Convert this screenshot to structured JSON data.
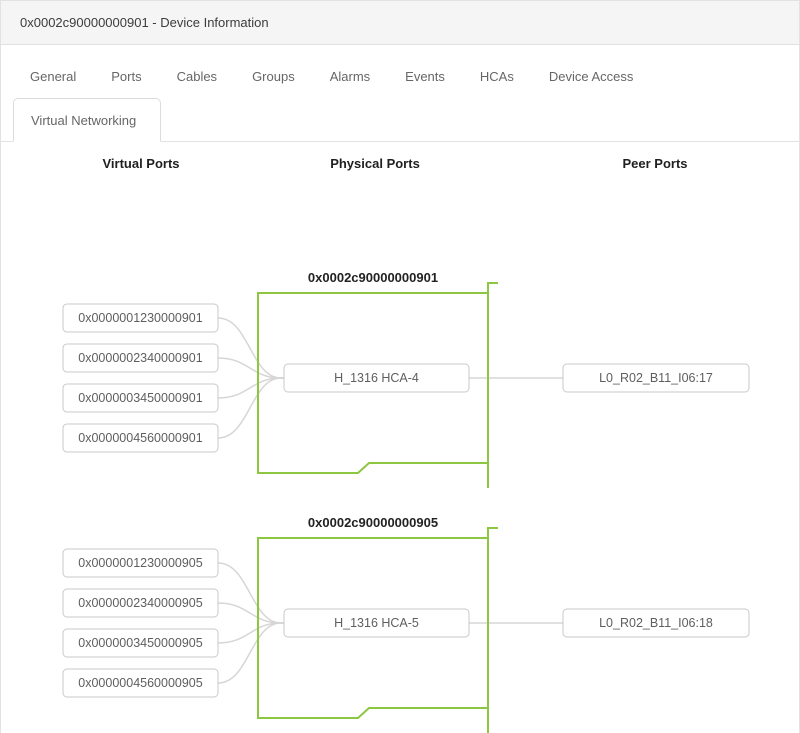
{
  "window": {
    "title": "0x0002c90000000901 - Device Information"
  },
  "tabs": {
    "row1": [
      "General",
      "Ports",
      "Cables",
      "Groups",
      "Alarms",
      "Events",
      "HCAs",
      "Device Access"
    ],
    "active_subtab": "Virtual Networking"
  },
  "columns": [
    "Virtual Ports",
    "Physical Ports",
    "Peer Ports"
  ],
  "colors": {
    "accent_green": "#8dc63f",
    "connector_gray": "#d6d6d6",
    "node_border_gray": "#c9c9c9",
    "header_bg": "#f5f5f5"
  },
  "groups": [
    {
      "guid": "0x0002c90000000901",
      "virtual_ports": [
        "0x0000001230000901",
        "0x0000002340000901",
        "0x0000003450000901",
        "0x0000004560000901"
      ],
      "physical_port": "H_1316 HCA-4",
      "peer_port": "L0_R02_B11_I06:17"
    },
    {
      "guid": "0x0002c90000000905",
      "virtual_ports": [
        "0x0000001230000905",
        "0x0000002340000905",
        "0x0000003450000905",
        "0x0000004560000905"
      ],
      "physical_port": "H_1316 HCA-5",
      "peer_port": "L0_R02_B11_I06:18"
    }
  ]
}
